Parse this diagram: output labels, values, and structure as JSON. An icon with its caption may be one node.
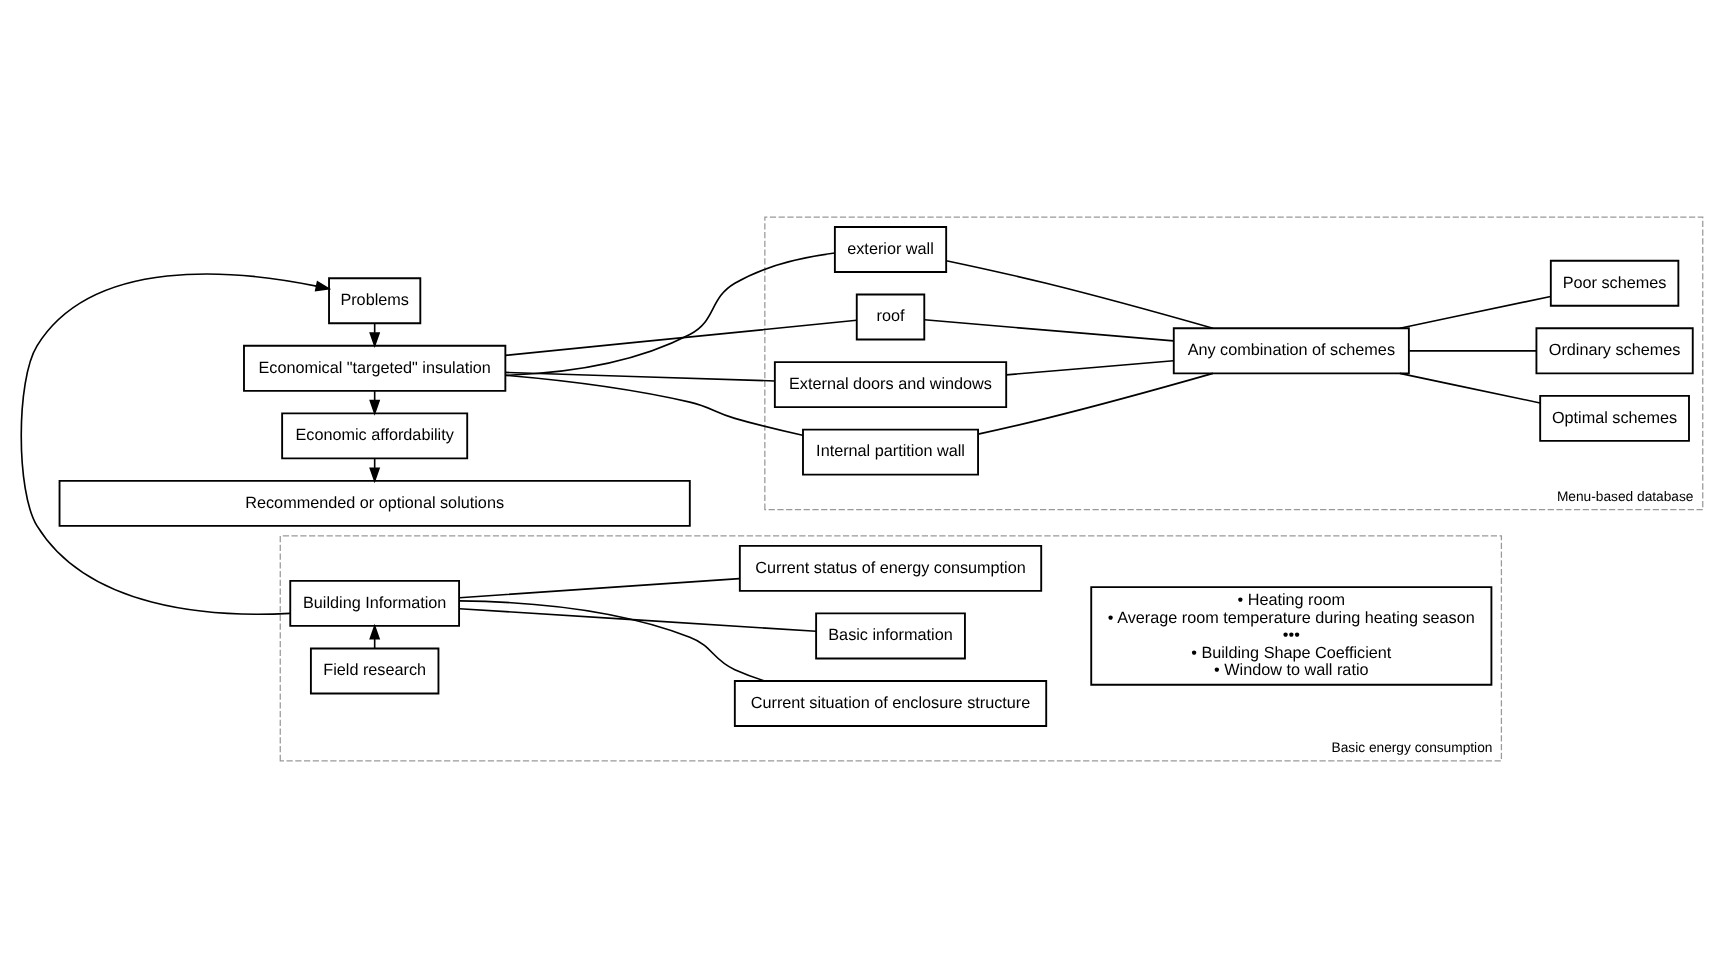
{
  "diagram": {
    "nodes": [
      {
        "text": [
          "Basic energy consumption"
        ]
      },
      {
        "text": [
          "Field research"
        ],
        "in": 0
      },
      {
        "text": [
          "Building Information"
        ],
        "in": 0
      },
      {
        "text": [
          "Current situation of enclosure structure"
        ],
        "in": 0
      },
      {
        "text": [
          "Basic information"
        ],
        "in": 0
      },
      {
        "text": [
          "Current status of energy consumption"
        ],
        "in": 0
      },
      {
        "text": [
          "• Heating room",
          "• Average room temperature during heating season",
          "•••",
          "• Building Shape Coefficient",
          "• Window to wall ratio"
        ],
        "in": 0
      },
      {
        "text": [
          "Problems"
        ]
      },
      {
        "text": [
          "Economical \"targeted\" insulation"
        ]
      },
      {
        "text": [
          "Economic affordability"
        ]
      },
      {
        "text": [
          "Menu-based database"
        ]
      },
      {
        "text": [
          "exterior wall"
        ],
        "in": 10
      },
      {
        "text": [
          "roof"
        ],
        "in": 10
      },
      {
        "text": [
          "External doors and windows"
        ],
        "in": 10
      },
      {
        "text": [
          "Internal partition wall"
        ],
        "in": 10
      },
      {
        "text": [
          "Any combination of schemes"
        ],
        "in": 10
      },
      {
        "text": [
          "Optimal schemes"
        ],
        "in": 10
      },
      {
        "text": [
          "Ordinary schemes"
        ],
        "in": 10
      },
      {
        "text": [
          "Poor schemes"
        ],
        "in": 10
      },
      {
        "text": [
          "Recommended or optional solutions"
        ]
      }
    ],
    "edges": [
      {
        "from": 1,
        "to": 2,
        "arrow": "to"
      },
      {
        "from": 2,
        "to": 3,
        "arrow": "none"
      },
      {
        "from": 2,
        "to": 4,
        "arrow": "none"
      },
      {
        "from": 2,
        "to": 5,
        "arrow": "none"
      },
      {
        "from": 2,
        "to": 7,
        "arrow": "to"
      },
      {
        "from": 7,
        "to": 8,
        "arrow": "to"
      },
      {
        "from": 8,
        "to": 9,
        "arrow": "to"
      },
      {
        "from": 9,
        "to": 19,
        "arrow": "to"
      },
      {
        "from": 8,
        "to": 11,
        "arrow": "none"
      },
      {
        "from": 8,
        "to": 12,
        "arrow": "none"
      },
      {
        "from": 8,
        "to": 13,
        "arrow": "none"
      },
      {
        "from": 8,
        "to": 14,
        "arrow": "none"
      },
      {
        "from": 11,
        "to": 15,
        "arrow": "none"
      },
      {
        "from": 12,
        "to": 15,
        "arrow": "none"
      },
      {
        "from": 13,
        "to": 15,
        "arrow": "none"
      },
      {
        "from": 14,
        "to": 15,
        "arrow": "none"
      },
      {
        "from": 15,
        "to": 16,
        "arrow": "none"
      },
      {
        "from": 15,
        "to": 17,
        "arrow": "none"
      },
      {
        "from": 15,
        "to": 18,
        "arrow": "none"
      }
    ]
  }
}
